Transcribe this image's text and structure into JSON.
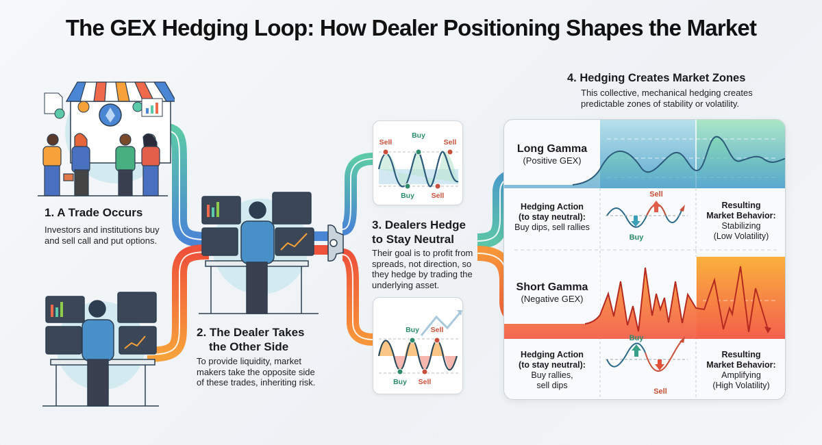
{
  "title": "The GEX Hedging Loop: How Dealer Positioning Shapes the Market",
  "steps": [
    {
      "number": "1.",
      "heading": "1. A Trade Occurs",
      "body_lines": [
        "Investors and institutions buy",
        "and sell call and put options."
      ],
      "illustration": "market-stall-traders"
    },
    {
      "number": "2.",
      "heading_lines": [
        "2. The Dealer Takes",
        "the Other Side"
      ],
      "body_lines": [
        "To provide liquidity, market",
        "makers take the opposite side",
        "of these trades, inheriting risk."
      ],
      "illustration": "dealer-at-trading-desk"
    },
    {
      "number": "3.",
      "heading_lines": [
        "3. Dealers Hedge",
        "to Stay Neutral"
      ],
      "body_lines": [
        "Their goal is to profit from",
        "spreads, not direction, so",
        "they hedge by trading the",
        "underlying asset."
      ],
      "illustration": "pipe-valve"
    },
    {
      "number": "4.",
      "heading": "4. Hedging Creates Market Zones",
      "body_lines": [
        "This collective, mechanical hedging creates",
        "predictable zones of stability or volatility."
      ]
    }
  ],
  "mini_charts": {
    "top": {
      "labels_top": [
        "Sell",
        "Buy",
        "Sell"
      ],
      "labels_bottom": [
        "Buy",
        "Sell"
      ]
    },
    "bottom": {
      "labels_top": [
        "Buy",
        "Sell"
      ],
      "labels_bottom": [
        "Buy",
        "Sell"
      ]
    }
  },
  "zones": {
    "long": {
      "title": "Long Gamma",
      "subtitle": "(Positive GEX)",
      "action_heading_lines": [
        "Hedging Action",
        "(to stay neutral):"
      ],
      "action_body_lines": [
        "Buy dips, sell rallies"
      ],
      "diagram_labels": {
        "top": "Sell",
        "bottom": "Buy"
      },
      "result_heading_lines": [
        "Resulting",
        "Market Behavior:"
      ],
      "result_body_lines": [
        "Stabilizing",
        "(Low Volatility)"
      ]
    },
    "short": {
      "title": "Short Gamma",
      "subtitle": "(Negative GEX)",
      "action_heading_lines": [
        "Hedging Action",
        "(to stay neutral):"
      ],
      "action_body_lines": [
        "Buy rallies,",
        "sell dips"
      ],
      "diagram_labels": {
        "top": "Buy",
        "bottom": "Sell"
      },
      "result_heading_lines": [
        "Resulting",
        "Market Behavior:"
      ],
      "result_body_lines": [
        "Amplifying",
        "(High Volatility)"
      ]
    }
  },
  "colors": {
    "buy_green": "#2e8b6a",
    "sell_red": "#c8503a",
    "pipe_teal": "#5cc4a8",
    "pipe_blue": "#4a8fd0",
    "pipe_red": "#ee5a3a",
    "pipe_orange": "#f7953a",
    "long_zone_top": "#b9e6e6",
    "long_zone_bottom": "#5aa8cf",
    "short_zone_top": "#f9a83c",
    "short_zone_bottom": "#f3614a"
  }
}
